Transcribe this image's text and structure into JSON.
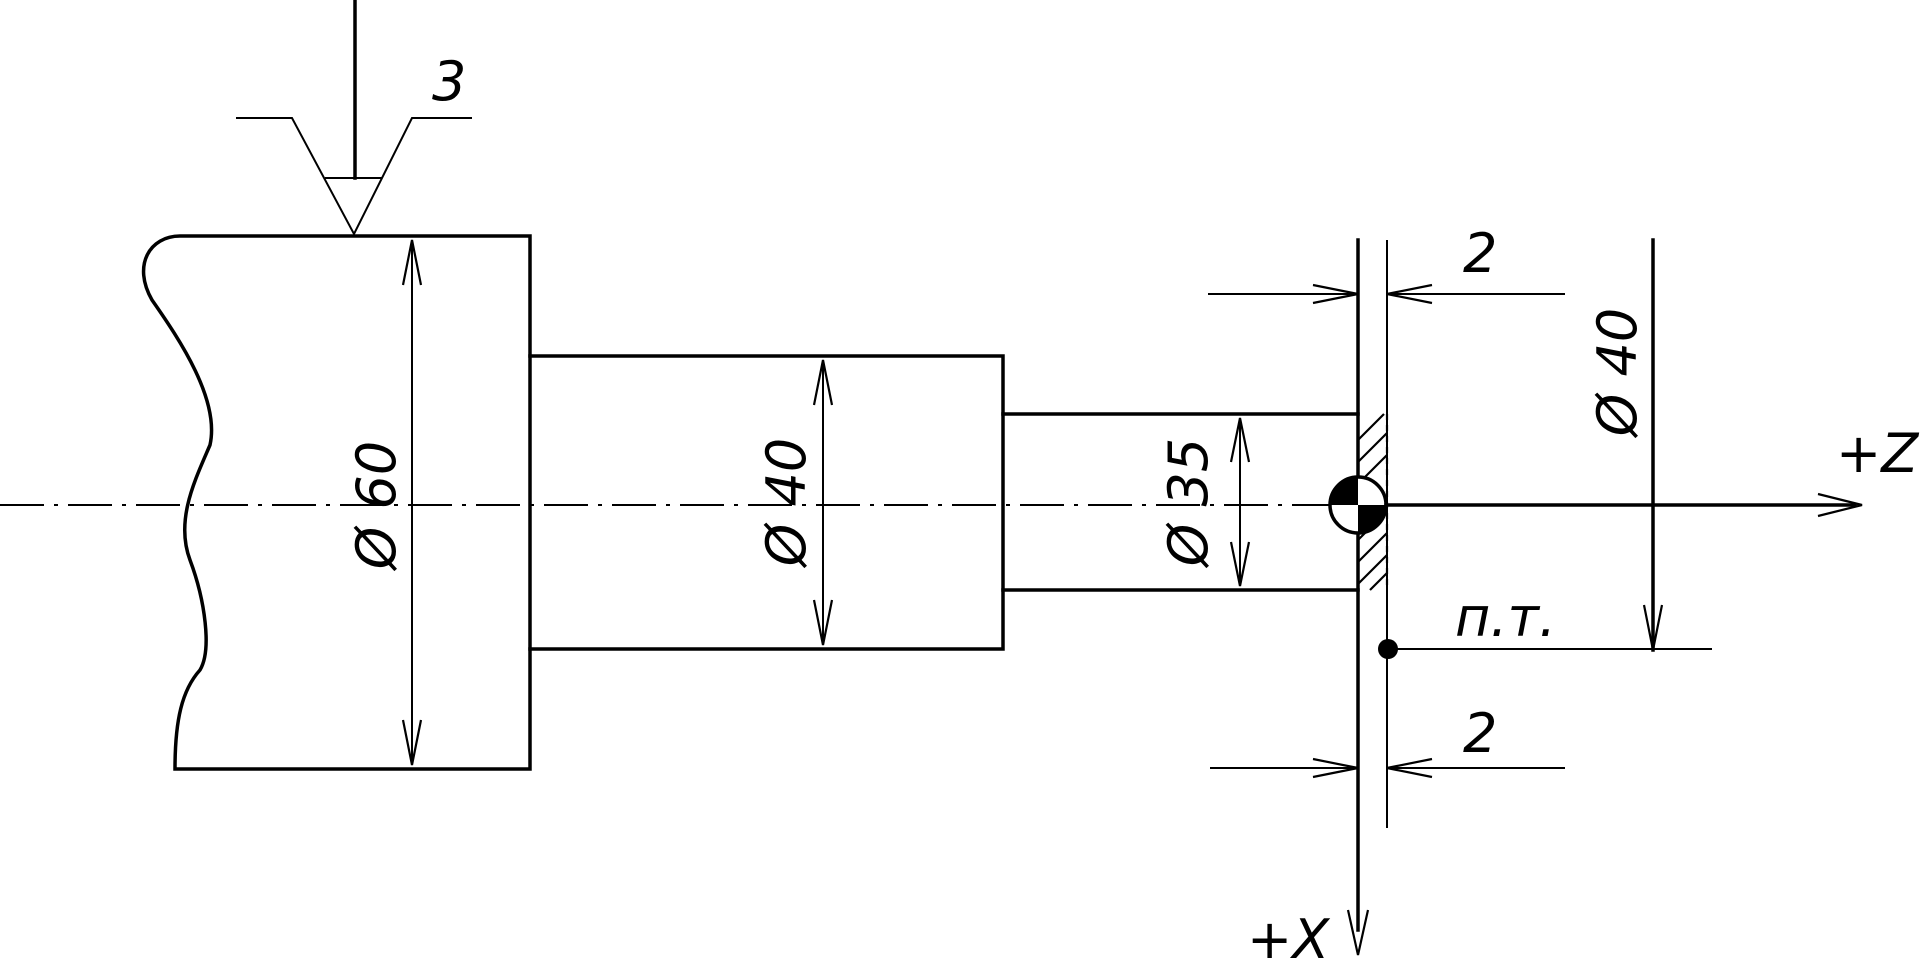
{
  "roughness": {
    "value": "3"
  },
  "diameters": {
    "d60": "Ø 60",
    "d40_step": "Ø 40",
    "d35": "Ø 35",
    "d40_tool": "Ø 40"
  },
  "dimensions": {
    "top_offset": "2",
    "bottom_offset": "2"
  },
  "labels": {
    "tool_point": "п.т.",
    "axis_z": "+Z",
    "axis_x": "+X"
  }
}
